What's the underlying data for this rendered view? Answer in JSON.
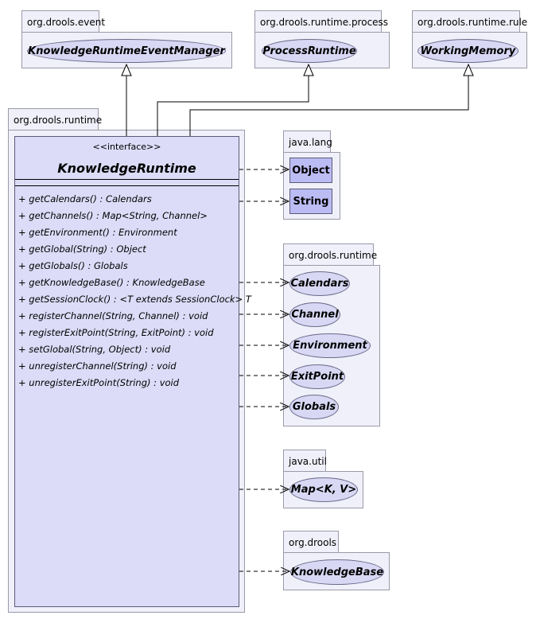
{
  "packages": {
    "event": "org.drools.event",
    "process": "org.drools.runtime.process",
    "rule": "org.drools.runtime.rule",
    "runtime": "org.drools.runtime",
    "java_lang": "java.lang",
    "runtime_right": "org.drools.runtime",
    "java_util": "java.util",
    "drools": "org.drools"
  },
  "interfaces_top": {
    "event_manager": "KnowledgeRuntimeEventManager",
    "process_runtime": "ProcessRuntime",
    "working_memory": "WorkingMemory"
  },
  "main_class": {
    "stereotype": "<<interface>>",
    "name": "KnowledgeRuntime",
    "methods": [
      "+ getCalendars() : Calendars",
      "+ getChannels() : Map<String, Channel>",
      "+ getEnvironment() : Environment",
      "+ getGlobal(String) : Object",
      "+ getGlobals() : Globals",
      "+ getKnowledgeBase() : KnowledgeBase",
      "+ getSessionClock() : <T extends SessionClock> T",
      "+ registerChannel(String, Channel) : void",
      "+ registerExitPoint(String, ExitPoint) : void",
      "+ setGlobal(String, Object) : void",
      "+ unregisterChannel(String) : void",
      "+ unregisterExitPoint(String) : void"
    ]
  },
  "java_lang_classes": {
    "object": "Object",
    "string": "String"
  },
  "runtime_interfaces": {
    "calendars": "Calendars",
    "channel": "Channel",
    "environment": "Environment",
    "exit_point": "ExitPoint",
    "globals": "Globals"
  },
  "java_util_interfaces": {
    "map": "Map<K, V>"
  },
  "drools_interfaces": {
    "knowledge_base": "KnowledgeBase"
  }
}
